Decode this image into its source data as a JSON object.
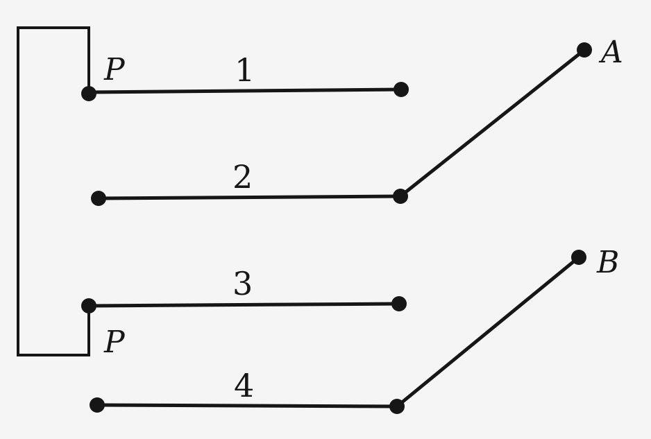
{
  "labels": {
    "wire1": "1",
    "wire2": "2",
    "wire3": "3",
    "wire4": "4",
    "p_top": "P",
    "p_bottom": "P",
    "a": "A",
    "b": "B"
  },
  "colors": {
    "ink": "#161616",
    "background": "#f5f5f5"
  }
}
